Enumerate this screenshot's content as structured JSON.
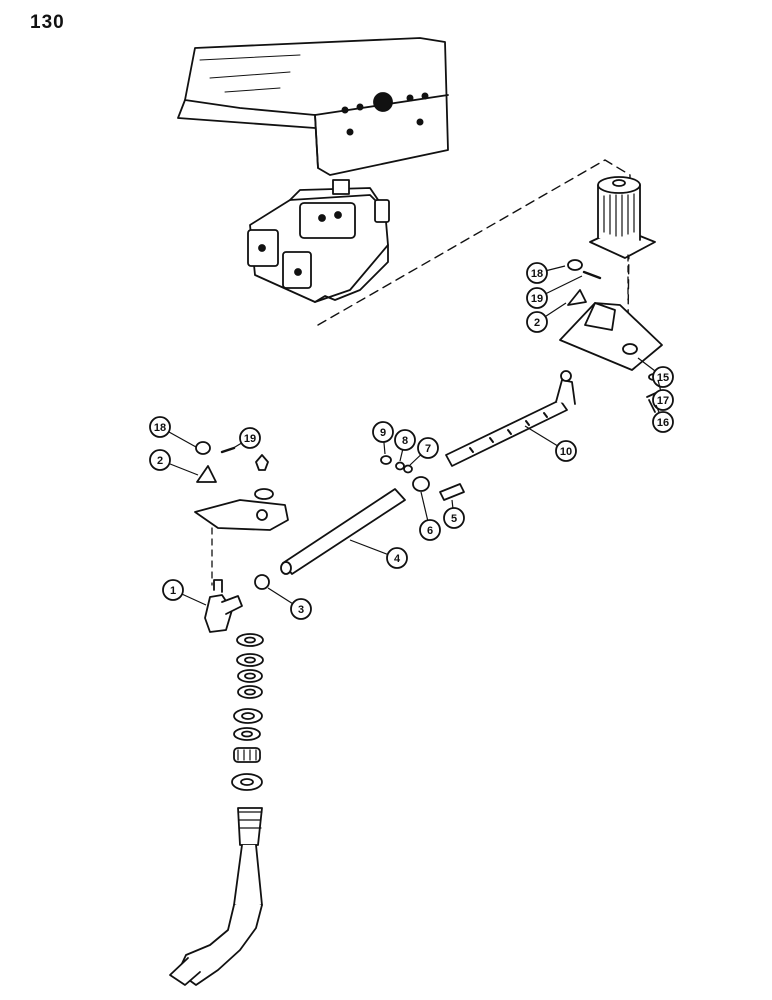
{
  "page": {
    "number": "130"
  },
  "colors": {
    "ink": "#111111",
    "paper": "#ffffff"
  },
  "callouts": [
    {
      "label": "18"
    },
    {
      "label": "19"
    },
    {
      "label": "2"
    },
    {
      "label": "15"
    },
    {
      "label": "17"
    },
    {
      "label": "16"
    },
    {
      "label": "10"
    },
    {
      "label": "9"
    },
    {
      "label": "8"
    },
    {
      "label": "7"
    },
    {
      "label": "6"
    },
    {
      "label": "5"
    },
    {
      "label": "4"
    },
    {
      "label": "18"
    },
    {
      "label": "19"
    },
    {
      "label": "2"
    },
    {
      "label": "1"
    },
    {
      "label": "3"
    }
  ]
}
